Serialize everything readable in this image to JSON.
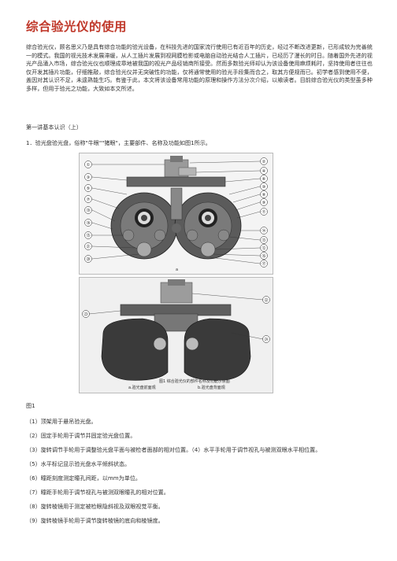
{
  "title": "综合验光仪的使用",
  "intro": "综合验光仪，顾名思义乃是具有综合功能的验光设备，在科技先进的国家流行使用已有近百年的历史，经过不断改进更新，已形成较为完善统一的模式。我国的视光技术发展滞缓，从人工插片发展到视网膜检影或电脑自动验光结合人工插片，已经历了漫长的时日。随着国外先进的视光产品涌入市场，综合验光仪也顺理成章地被我国的视光产品经销商所接受。然而多数验光师却认为该设备使用麻烦耗时，坚持使用者往往也仅开发其插片功能，仔细推敲，综合验光仪并无突破性的功能，仅将通常使用的验光手段集而合之，取其方便规而已。初学者感到使用不便，盖因对其认识不足，未遑熟能生巧。有鉴于此，本文将该设备常用功能的原理和操作方法分次介绍，以飨读者。目前综合验光仪的类型虽多种多样，但用于验光之功能，大致如本文所述。",
  "section": "第一讲基本认识（上）",
  "item1": "1．验光盘验光盘，俗称\"牛眼\"\"猪眼\"，主要部件、名称及功能如图1所示。",
  "figure": {
    "label_a": "a",
    "caption_line1": "图1 综合验光仪的部件名称及功能示意图",
    "caption_a": "a.验光盘前面观",
    "caption_b": "b.验光盘背面观",
    "left_labels": [
      "①",
      "③",
      "⑤",
      "⑦",
      "⑲",
      "⑱",
      "⑮",
      "㉑",
      "⑳"
    ],
    "right_labels": [
      "②",
      "④",
      "⑥",
      "⑩",
      "⑧",
      "⑨",
      "⑪",
      "⑭",
      "⑬",
      "⑫",
      "⑯",
      "⑰"
    ],
    "back_labels": [
      "㉓",
      "㉒",
      "㉔"
    ]
  },
  "figure_label": "图1",
  "items": [
    "（1）顶架用于悬吊验光盘。",
    "（2）固定手轮用于调节并固定验光盘位置。",
    "（3）旋转调节手轮用于调整验光盘平面与被检者面部的相对位置。（4）水平手轮用于调节视孔与被测双眼水平相位置。",
    "（5）水平标记显示验光盘水平倾斜状态。",
    "（6）瞳距刻度测定瞳孔间距，以mm为单位。",
    "（7）瞳距手轮用于调节视孔与被测双眼瞳孔的相对位置。",
    "（8）旋转棱镜用于测定被检眼隐斜视及双眼视觉平衡。",
    "（9）旋转棱镜手轮用于调节旋转棱镜的底向和棱镜度。"
  ],
  "colors": {
    "title": "#c0392b",
    "text": "#333333"
  }
}
